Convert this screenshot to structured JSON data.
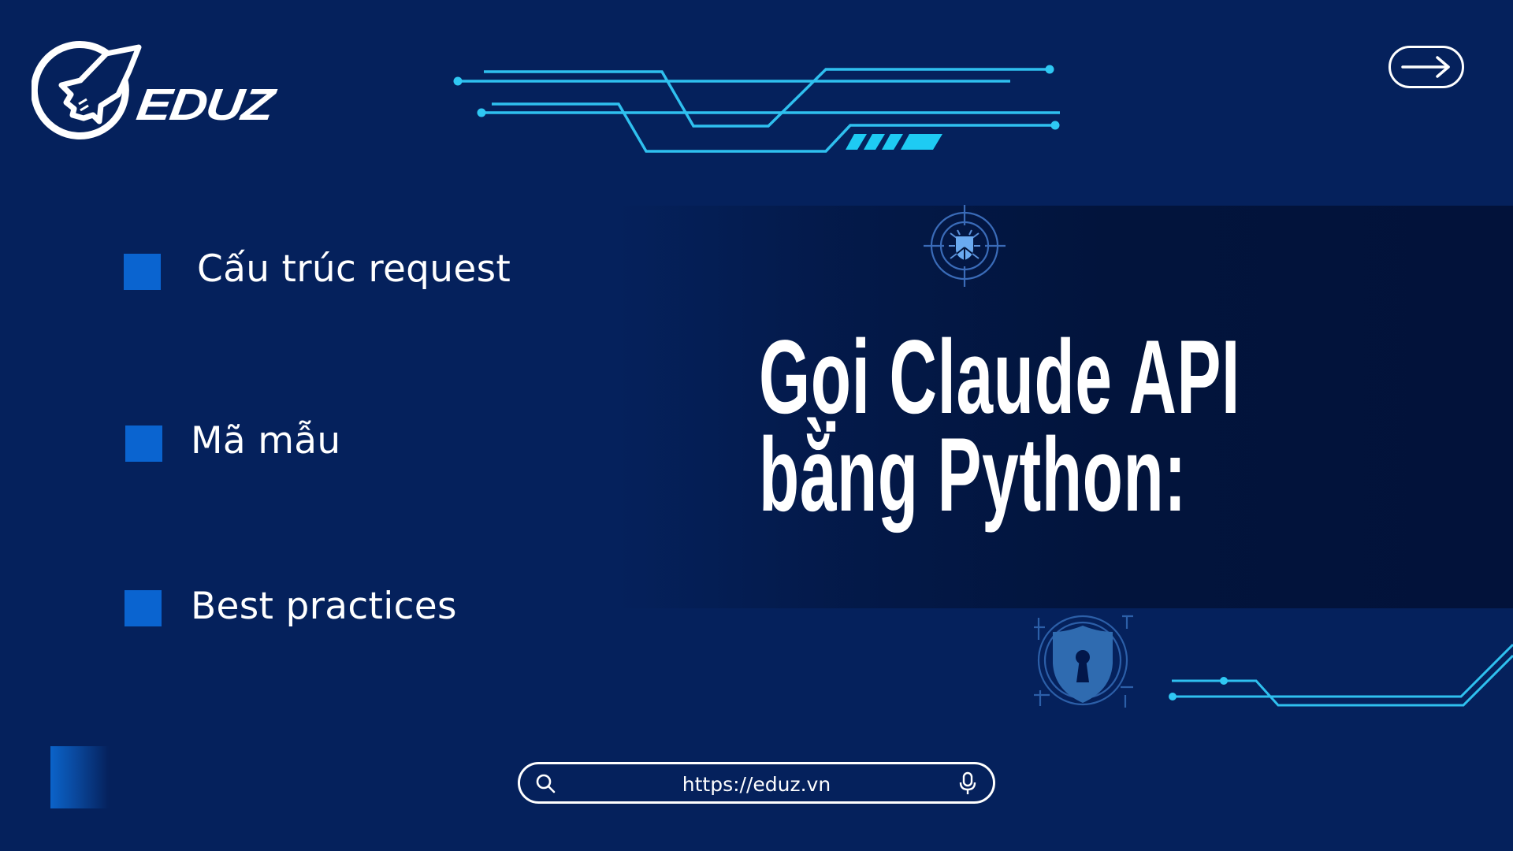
{
  "brand": {
    "name": "EDUZ",
    "logo_icon": "rocket-in-circle-icon"
  },
  "nav": {
    "next_icon": "arrow-right-icon"
  },
  "bullets": {
    "items": [
      {
        "label": "Cấu trúc request"
      },
      {
        "label": "Mã mẫu"
      },
      {
        "label": "Best practices"
      }
    ]
  },
  "hero": {
    "title_line1": "Gọi Claude API",
    "title_line2": "bằng Python:"
  },
  "decor": {
    "bug_icon": "bug-target-icon",
    "shield_icon": "shield-keyhole-icon"
  },
  "search": {
    "url": "https://eduz.vn",
    "search_icon": "search-icon",
    "mic_icon": "microphone-icon"
  },
  "colors": {
    "background": "#05215c",
    "panel": "#02133a",
    "accent": "#0a64d0",
    "circuit": "#2fc2f0",
    "text": "#ffffff"
  }
}
